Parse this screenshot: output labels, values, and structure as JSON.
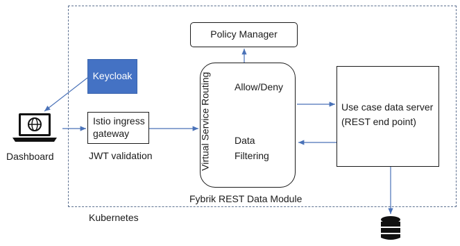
{
  "nodes": {
    "policy_manager": "Policy Manager",
    "keycloak": "Keycloak",
    "istio_gateway": [
      "Istio ingress",
      "gateway"
    ],
    "jwt_validation": "JWT validation",
    "dashboard": "Dashboard",
    "routing": "Virtual Service Routing",
    "allow_deny": "Allow/Deny",
    "data_filtering": [
      "Data",
      "Filtering"
    ],
    "data_server": [
      "Use case data server",
      "(REST end point)"
    ],
    "module": "Fybrik REST Data Module",
    "kubernetes": "Kubernetes"
  },
  "icons": {
    "laptop": "laptop-globe-icon",
    "database": "database-icon"
  },
  "colors": {
    "keycloak_fill": "#4472c4",
    "arrow": "#4a72b8",
    "boundary": "#5b6f8f"
  }
}
